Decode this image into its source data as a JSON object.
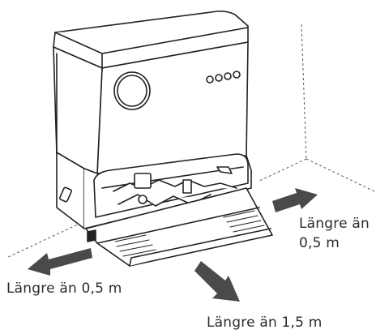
{
  "labels": {
    "right_line1": "Längre än",
    "right_line2": "0,5 m",
    "left": "Längre än 0,5 m",
    "front": "Längre än 1,5 m"
  },
  "colors": {
    "line": "#222222",
    "arrow": "#4a4a4a",
    "dashed": "#555555"
  }
}
